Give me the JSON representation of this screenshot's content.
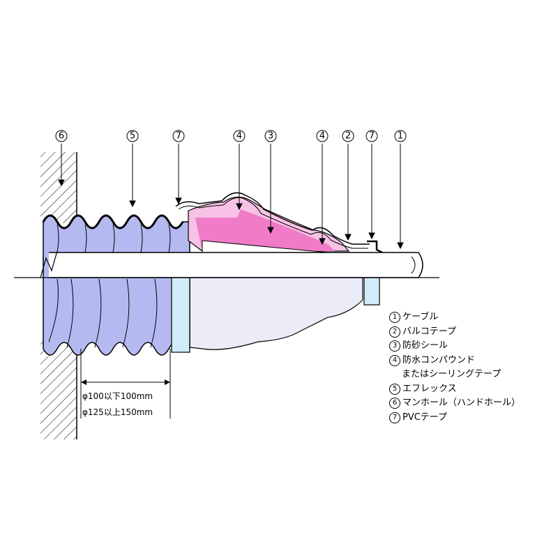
{
  "callouts": [
    {
      "id": "c6a",
      "number": "6"
    },
    {
      "id": "c5a",
      "number": "5"
    },
    {
      "id": "c7a",
      "number": "7"
    },
    {
      "id": "c4a",
      "number": "4"
    },
    {
      "id": "c3a",
      "number": "3"
    },
    {
      "id": "c4b",
      "number": "4"
    },
    {
      "id": "c2a",
      "number": "2"
    },
    {
      "id": "c7b",
      "number": "7"
    },
    {
      "id": "c1a",
      "number": "1"
    }
  ],
  "dimension": {
    "line1": "φ100以下100mm",
    "line2": "φ125以上150mm"
  },
  "legend": [
    {
      "number": "1",
      "label": "ケーブル"
    },
    {
      "number": "2",
      "label": "バルコテープ"
    },
    {
      "number": "3",
      "label": "防砂シール"
    },
    {
      "number": "4",
      "label": "防水コンパウンド",
      "label_cont": "またはシーリングテープ"
    },
    {
      "number": "5",
      "label": "エフレックス"
    },
    {
      "number": "6",
      "label": "マンホール（ハンドホール）"
    },
    {
      "number": "7",
      "label": "PVCテープ"
    }
  ],
  "colors": {
    "conduit": "#b4b9f0",
    "compound": "#f07cc8",
    "compound_light": "#f8c2e6",
    "sand_seal": "#ffffff",
    "wall_hatch": "#000000",
    "lower_body": "#ececf8",
    "ring": "#d0ecf8",
    "outline": "#000000"
  }
}
